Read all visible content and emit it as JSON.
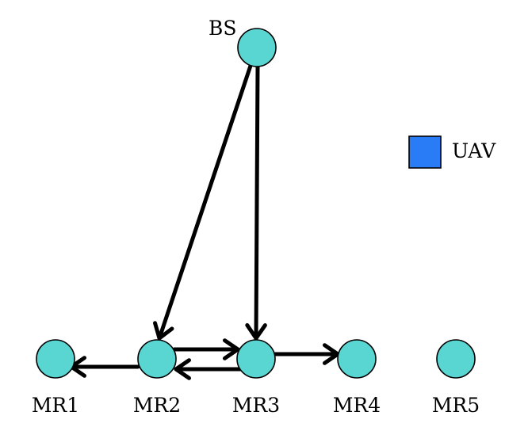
{
  "nodes": [
    {
      "id": "BS",
      "label": "BS"
    },
    {
      "id": "MR1",
      "label": "MR1"
    },
    {
      "id": "MR2",
      "label": "MR2"
    },
    {
      "id": "MR3",
      "label": "MR3"
    },
    {
      "id": "MR4",
      "label": "MR4"
    },
    {
      "id": "MR5",
      "label": "MR5"
    }
  ],
  "edges": [
    {
      "from": "BS",
      "to": "MR2"
    },
    {
      "from": "BS",
      "to": "MR3"
    },
    {
      "from": "MR2",
      "to": "MR1"
    },
    {
      "from": "MR2",
      "to": "MR3"
    },
    {
      "from": "MR3",
      "to": "MR2"
    },
    {
      "from": "MR3",
      "to": "MR4"
    }
  ],
  "legend": {
    "label": "UAV",
    "color": "#2a7cf6"
  },
  "colors": {
    "node_fill": "#5ad6d2",
    "edge": "#000000"
  }
}
